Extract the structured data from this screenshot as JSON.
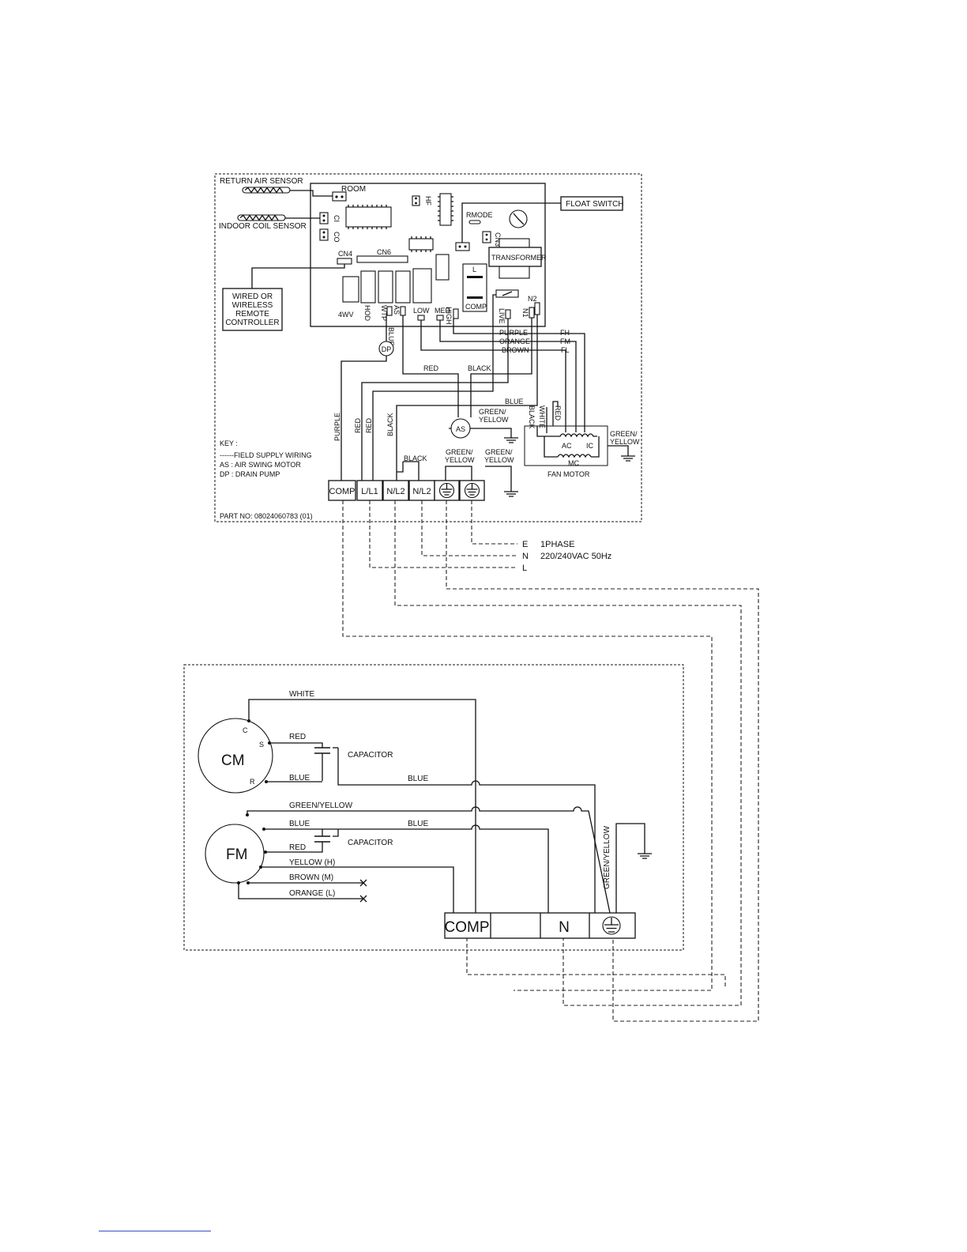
{
  "indoor": {
    "return_air_sensor": "RETURN AIR SENSOR",
    "indoor_coil_sensor": "INDOOR COIL SENSOR",
    "room": "ROOM",
    "ci": "CI",
    "co": "CO",
    "hf": "HF",
    "cn4": "CN4",
    "cn6": "CN6",
    "cn3": "CN3",
    "rmode": "RMODE",
    "transformer": "TRANSFORMER",
    "float_switch": "FLOAT SWITCH",
    "remote_line1": "WIRED OR",
    "remote_line2": "WIRELESS",
    "remote_line3": "REMOTE",
    "remote_line4": "CONTROLLER",
    "relay_l": "L",
    "relay_comp": "COMP.",
    "n2": "N2",
    "n1": "N1",
    "live": "LIVE",
    "fourwv": "4WV",
    "hod": "HOD",
    "wtp": "WTP",
    "as_conn": "AS",
    "low": "LOW",
    "med": "MED",
    "high": "HIGH",
    "blue_dp": "BLUE",
    "dp": "DP",
    "wire_purple": "PURPLE",
    "wire_orange": "ORANGE",
    "wire_brown": "BROWN",
    "fh": "FH",
    "fm": "FM",
    "fl": "FL",
    "wire_red_mid": "RED",
    "wire_black_mid": "BLACK",
    "wire_blue_right": "BLUE",
    "wire_green_yellow_1": "GREEN/",
    "wire_green_yellow_2": "YELLOW",
    "as_motor": "AS",
    "wire_black_v": "BLACK",
    "wire_white_v": "WHITE",
    "wire_red_v": "RED",
    "fan_ac": "AC",
    "fan_ic": "IC",
    "fan_mc": "MC",
    "fan_motor": "FAN MOTOR",
    "wire_purple_v": "PURPLE",
    "wire_red_v1": "RED",
    "wire_red_v2": "RED",
    "wire_black_v2": "BLACK",
    "wire_black_term": "BLACK",
    "key_title": "KEY :",
    "key_field": "------FIELD SUPPLY WIRING",
    "key_as": "AS : AIR SWING MOTOR",
    "key_dp": "DP : DRAIN PUMP",
    "terminals": [
      "COMP",
      "L/L1",
      "N/L2",
      "N/L2"
    ],
    "part_no": "PART NO: 08024060783 (01)"
  },
  "supply": {
    "e": "E",
    "n": "N",
    "l": "L",
    "phase": "1PHASE",
    "voltage": "220/240VAC 50Hz"
  },
  "outdoor": {
    "white": "WHITE",
    "c": "C",
    "s": "S",
    "r": "R",
    "cm": "CM",
    "red": "RED",
    "capacitor": "CAPACITOR",
    "blue": "BLUE",
    "blue_right": "BLUE",
    "green_yellow": "GREEN/YELLOW",
    "fm": "FM",
    "fm_blue": "BLUE",
    "fm_blue_right": "BLUE",
    "fm_red": "RED",
    "fm_capacitor": "CAPACITOR",
    "yellow_h": "YELLOW (H)",
    "brown_m": "BROWN (M)",
    "orange_l": "ORANGE (L)",
    "gy_vertical": "GREEN/YELLOW",
    "term_comp": "COMP",
    "term_n": "N"
  }
}
